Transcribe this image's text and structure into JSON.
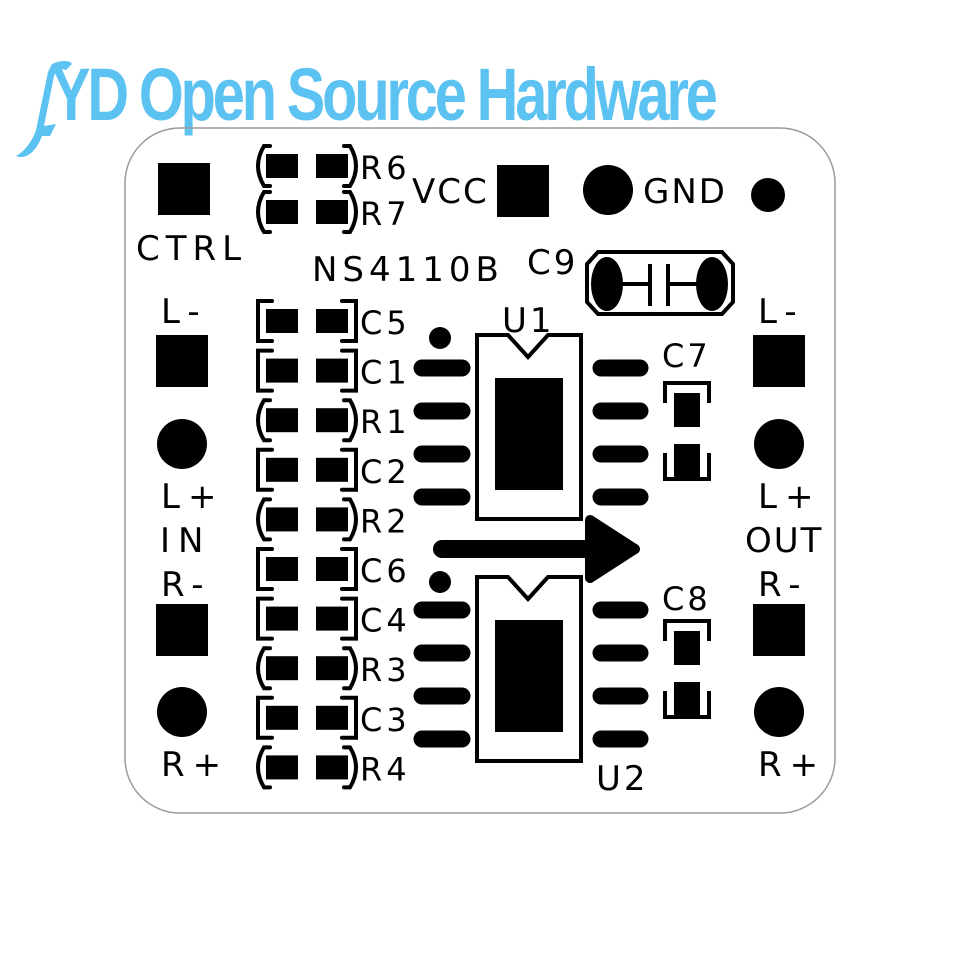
{
  "brand": {
    "text": "YD Open Source Hardware",
    "logo_icon": "music-note-logo",
    "color": "#5bc2f2"
  },
  "board": {
    "title": "NS4110B",
    "outline_color": "#999999",
    "silk_color": "#000000",
    "background": "#ffffff",
    "top_labels": {
      "ctrl": "CTRL",
      "vcc": "VCC",
      "gnd": "GND",
      "c9": "C9"
    },
    "input": {
      "group_label": "IN",
      "l_minus": "L-",
      "l_plus": "L+",
      "r_minus": "R-",
      "r_plus": "R+"
    },
    "output": {
      "group_label": "OUT",
      "l_minus": "L-",
      "l_plus": "L+",
      "r_minus": "R-",
      "r_plus": "R+"
    },
    "top_resistors": [
      {
        "ref": "R6",
        "type": "resistor"
      },
      {
        "ref": "R7",
        "type": "resistor"
      }
    ],
    "passives_column": [
      {
        "ref": "C5",
        "type": "capacitor"
      },
      {
        "ref": "C1",
        "type": "capacitor"
      },
      {
        "ref": "R1",
        "type": "resistor"
      },
      {
        "ref": "C2",
        "type": "capacitor"
      },
      {
        "ref": "R2",
        "type": "resistor"
      },
      {
        "ref": "C6",
        "type": "capacitor"
      },
      {
        "ref": "C4",
        "type": "capacitor"
      },
      {
        "ref": "R3",
        "type": "resistor"
      },
      {
        "ref": "C3",
        "type": "capacitor"
      },
      {
        "ref": "R4",
        "type": "resistor"
      }
    ],
    "ics": [
      {
        "ref": "U1"
      },
      {
        "ref": "U2"
      }
    ],
    "side_caps": [
      {
        "ref": "C7"
      },
      {
        "ref": "C8"
      }
    ]
  }
}
